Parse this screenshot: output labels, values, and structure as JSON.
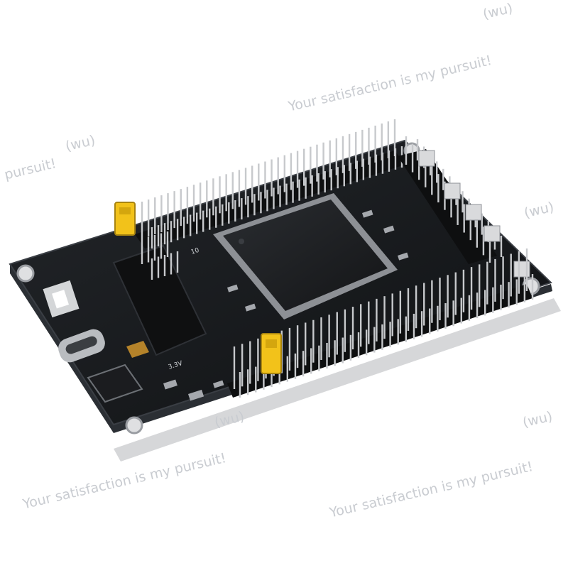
{
  "photo": {
    "subject": "black microcontroller development board with pin headers, yellow jumpers, USB-C port and a large QFP chip"
  },
  "board_marks": {
    "silk_pin": "10",
    "silk_voltage": "3.3V"
  },
  "watermark": {
    "text_full": "Your satisfaction is my pursuit!",
    "text_tail": "pursuit!",
    "tag": "(wu)"
  },
  "colors": {
    "board": "#17191c",
    "board_edge": "#2b2f34",
    "header": "#0e0f10",
    "pin": "#c7c9cc",
    "jumper": "#f2c21a",
    "chip": "#1c1e21",
    "watermark": "#c9ccd1"
  }
}
